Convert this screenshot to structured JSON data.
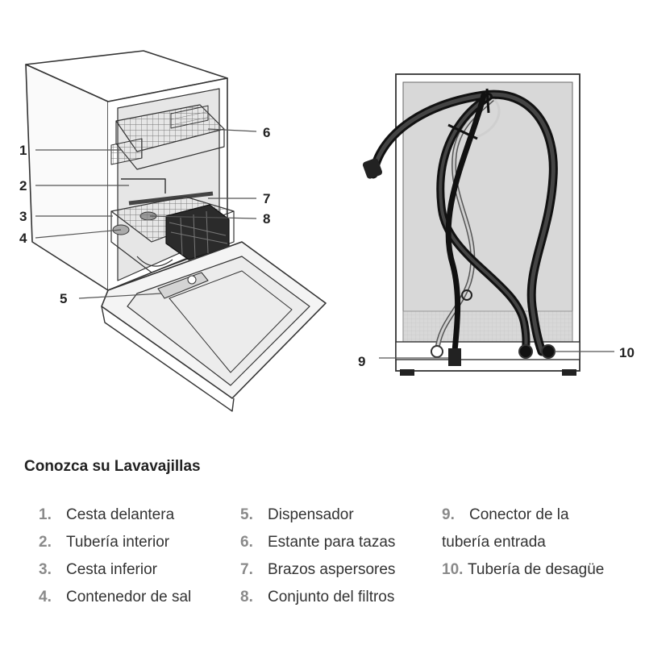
{
  "callouts": [
    "1",
    "2",
    "3",
    "4",
    "5",
    "6",
    "7",
    "8",
    "9",
    "10"
  ],
  "legend": {
    "title": "Conozca su Lavavajillas",
    "items": [
      {
        "num": "1.",
        "label": "Cesta delantera"
      },
      {
        "num": "2.",
        "label": "Tubería interior"
      },
      {
        "num": "3.",
        "label": "Cesta inferior"
      },
      {
        "num": "4.",
        "label": "Contenedor de sal"
      },
      {
        "num": "5.",
        "label": "Dispensador"
      },
      {
        "num": "6.",
        "label": "Estante para tazas"
      },
      {
        "num": "7.",
        "label": "Brazos aspersores"
      },
      {
        "num": "8.",
        "label": "Conjunto del filtros"
      },
      {
        "num": "9.",
        "label": "Conector de la"
      },
      {
        "num": "",
        "label": "tubería entrada"
      },
      {
        "num": "10.",
        "label": "Tubería de desagüe"
      }
    ]
  }
}
